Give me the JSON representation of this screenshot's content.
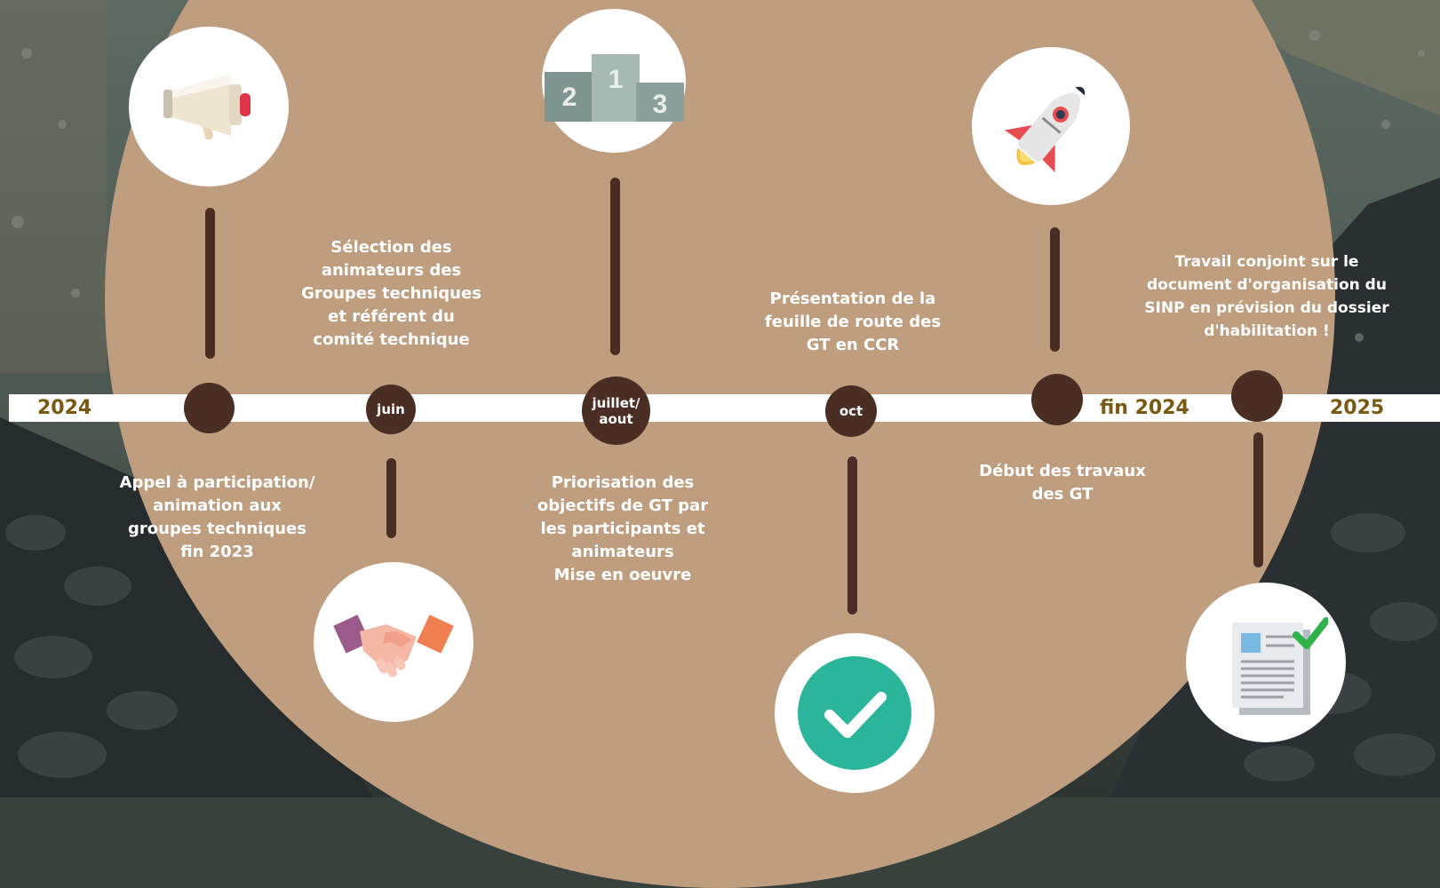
{
  "timeline": {
    "year_start": "2024",
    "year_mid": "fin 2024",
    "year_end": "2025",
    "markers": {
      "juin": "juin",
      "juillet": "juillet/\naout",
      "oct": "oct"
    }
  },
  "milestones": {
    "appel": "Appel à participation/\nanimation aux\ngroupes techniques\nfin 2023",
    "selection": "Sélection des\nanimateurs des\nGroupes techniques\net référent du\ncomité technique",
    "priorisation": "Priorisation des\nobjectifs de GT par\nles participants et\nanimateurs\nMise en oeuvre",
    "presentation": "Présentation de la\nfeuille de route des\nGT en CCR",
    "debut": "Début des travaux\ndes GT",
    "travail": "Travail conjoint sur le\ndocument d'organisation du\nSINP en prévision du dossier\nd'habilitation !"
  },
  "podium": {
    "first": "1",
    "second": "2",
    "third": "3"
  },
  "icons": {
    "megaphone": "megaphone-icon",
    "podium": "podium-icon",
    "rocket": "rocket-icon",
    "handshake": "handshake-icon",
    "check": "checkmark-icon",
    "document": "document-check-icon"
  },
  "colors": {
    "blob": "#bf9e80",
    "dot": "#4b2e23",
    "year": "#7a5a12",
    "check_green": "#2bb59a"
  }
}
